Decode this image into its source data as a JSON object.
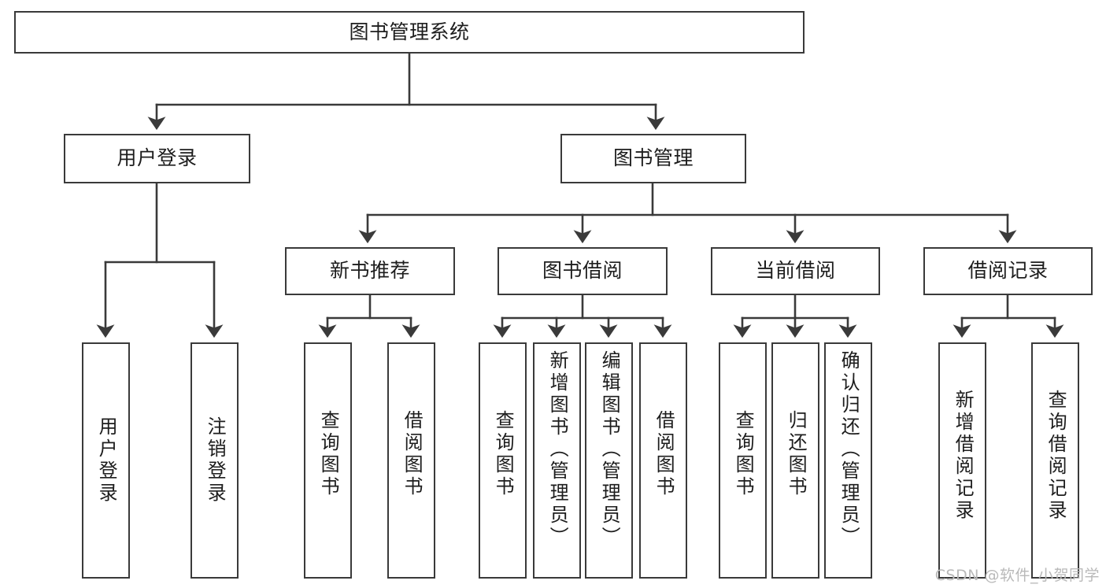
{
  "diagram": {
    "type": "tree-hierarchy",
    "title": "图书管理系统",
    "watermark": "CSDN @软件_小贺同学",
    "colors": {
      "stroke": "#3a3a3a",
      "fill": "#ffffff",
      "text": "#1d1d1d",
      "watermark": "#b9b9b9"
    },
    "nodes": {
      "root": {
        "label": "图书管理系统",
        "level": 1,
        "orientation": "horizontal"
      },
      "user_login": {
        "label": "用户登录",
        "level": 2,
        "orientation": "horizontal"
      },
      "book_manage": {
        "label": "图书管理",
        "level": 2,
        "orientation": "horizontal"
      },
      "new_book_rec": {
        "label": "新书推荐",
        "level": 3,
        "orientation": "horizontal"
      },
      "book_borrow": {
        "label": "图书借阅",
        "level": 3,
        "orientation": "horizontal"
      },
      "current_borrow": {
        "label": "当前借阅",
        "level": 3,
        "orientation": "horizontal"
      },
      "borrow_record": {
        "label": "借阅记录",
        "level": 3,
        "orientation": "horizontal"
      },
      "leaf_user_login": {
        "label": "用户登录",
        "level": 4,
        "orientation": "vertical"
      },
      "leaf_logout": {
        "label": "注销登录",
        "level": 4,
        "orientation": "vertical"
      },
      "leaf_query_book_1": {
        "label": "查询图书",
        "level": 4,
        "orientation": "vertical"
      },
      "leaf_borrow_book_1": {
        "label": "借阅图书",
        "level": 4,
        "orientation": "vertical"
      },
      "leaf_query_book_2": {
        "label": "查询图书",
        "level": 4,
        "orientation": "vertical"
      },
      "leaf_add_book": {
        "label": "新增图书（管理员）",
        "level": 4,
        "orientation": "vertical"
      },
      "leaf_edit_book": {
        "label": "编辑图书（管理员）",
        "level": 4,
        "orientation": "vertical"
      },
      "leaf_borrow_book_2": {
        "label": "借阅图书",
        "level": 4,
        "orientation": "vertical"
      },
      "leaf_query_book_3": {
        "label": "查询图书",
        "level": 4,
        "orientation": "vertical"
      },
      "leaf_return_book": {
        "label": "归还图书",
        "level": 4,
        "orientation": "vertical"
      },
      "leaf_confirm_return": {
        "label": "确认归还（管理员）",
        "level": 4,
        "orientation": "vertical"
      },
      "leaf_add_record": {
        "label": "新增借阅记录",
        "level": 4,
        "orientation": "vertical"
      },
      "leaf_query_record": {
        "label": "查询借阅记录",
        "level": 4,
        "orientation": "vertical"
      }
    },
    "edges": [
      {
        "from": "root",
        "to": "user_login"
      },
      {
        "from": "root",
        "to": "book_manage"
      },
      {
        "from": "user_login",
        "to": "leaf_user_login"
      },
      {
        "from": "user_login",
        "to": "leaf_logout"
      },
      {
        "from": "book_manage",
        "to": "new_book_rec"
      },
      {
        "from": "book_manage",
        "to": "book_borrow"
      },
      {
        "from": "book_manage",
        "to": "current_borrow"
      },
      {
        "from": "book_manage",
        "to": "borrow_record"
      },
      {
        "from": "new_book_rec",
        "to": "leaf_query_book_1"
      },
      {
        "from": "new_book_rec",
        "to": "leaf_borrow_book_1"
      },
      {
        "from": "book_borrow",
        "to": "leaf_query_book_2"
      },
      {
        "from": "book_borrow",
        "to": "leaf_add_book"
      },
      {
        "from": "book_borrow",
        "to": "leaf_edit_book"
      },
      {
        "from": "book_borrow",
        "to": "leaf_borrow_book_2"
      },
      {
        "from": "current_borrow",
        "to": "leaf_query_book_3"
      },
      {
        "from": "current_borrow",
        "to": "leaf_return_book"
      },
      {
        "from": "current_borrow",
        "to": "leaf_confirm_return"
      },
      {
        "from": "borrow_record",
        "to": "leaf_add_record"
      },
      {
        "from": "borrow_record",
        "to": "leaf_query_record"
      }
    ]
  }
}
